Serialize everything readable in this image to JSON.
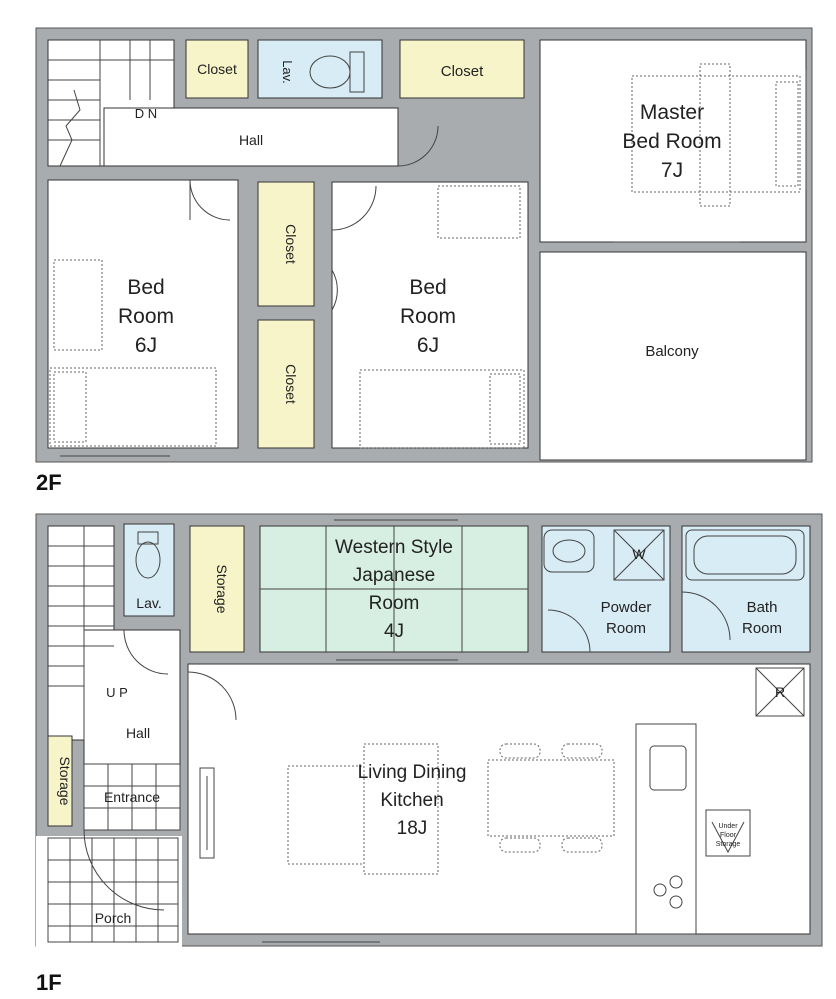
{
  "colors": {
    "closet": "#f6f4c8",
    "wet": "#d8ecf5",
    "tatami": "#d6efe2",
    "room": "#ffffff",
    "wall": "#a9acaf"
  },
  "floors": {
    "upper": "2F",
    "lower": "1F"
  },
  "rooms_2f": {
    "closet_a": "Closet",
    "lav": "Lav.",
    "closet_b": "Closet",
    "master_l1": "Master",
    "master_l2": "Bed Room",
    "master_l3": "7J",
    "dn": "D N",
    "hall": "Hall",
    "bed1_l1": "Bed",
    "bed1_l2": "Room",
    "bed1_l3": "6J",
    "closet_c": "Closet",
    "closet_d": "Closet",
    "bed2_l1": "Bed",
    "bed2_l2": "Room",
    "bed2_l3": "6J",
    "balcony": "Balcony"
  },
  "rooms_1f": {
    "lav": "Lav.",
    "storage_a": "Storage",
    "western_l1": "Western Style",
    "western_l2": "Japanese",
    "western_l3": "Room",
    "western_l4": "4J",
    "washer": "W",
    "powder_l1": "Powder",
    "powder_l2": "Room",
    "bath_l1": "Bath",
    "bath_l2": "Room",
    "up": "U P",
    "hall": "Hall",
    "storage_b": "Storage",
    "entrance": "Entrance",
    "porch": "Porch",
    "ldk_l1": "Living Dining",
    "ldk_l2": "Kitchen",
    "ldk_l3": "18J",
    "fridge": "R",
    "underfloor_l1": "Under",
    "underfloor_l2": "Floor",
    "underfloor_l3": "Storage"
  }
}
